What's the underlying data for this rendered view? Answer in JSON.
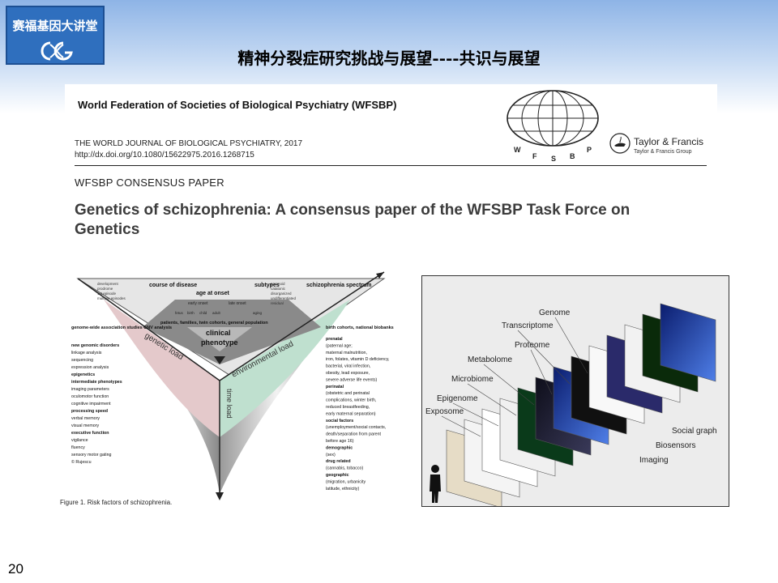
{
  "logo": {
    "text": "赛福基因大讲堂",
    "mark_color": "#ffffff",
    "bg_color": "#2f6fbe"
  },
  "slide": {
    "title": "精神分裂症研究挑战与展望----共识与展望",
    "page_number": "20"
  },
  "paper": {
    "society": "World Federation of Societies of Biological Psychiatry (WFSBP)",
    "journal_line": "THE WORLD JOURNAL OF BIOLOGICAL PSYCHIATRY, 2017",
    "doi": "http://dx.doi.org/10.1080/15622975.2016.1268715",
    "kind": "WFSBP CONSENSUS PAPER",
    "title": "Genetics of schizophrenia: A consensus paper of the WFSBP Task Force on Genetics",
    "globe_letters": [
      "W",
      "F",
      "S",
      "B",
      "P"
    ],
    "publisher": "Taylor & Francis",
    "publisher_group": "Taylor & Francis Group"
  },
  "figure1": {
    "caption": "Figure 1. Risk factors of schizophrenia.",
    "top_labels": {
      "course": "course of disease",
      "onset": "age at onset",
      "subtypes": "subtypes",
      "spectrum": "schizophrenia spectrum",
      "course_items": [
        "development",
        "prodrome",
        "1st episode",
        "multiple episodes"
      ],
      "subtype_items": [
        "paranoid",
        "catatonic",
        "disorganized",
        "undifferentiated",
        "residual"
      ],
      "onset_items": [
        "early onset",
        "late onset"
      ],
      "age_axis": [
        "fetus",
        "birth",
        "child",
        "adult",
        "aging"
      ],
      "population": "patients, families, twin cohorts, general population",
      "center": [
        "clinical",
        "phenotype"
      ]
    },
    "loads": {
      "genetic": "genetic load",
      "environmental": "environmental load",
      "time": "time load"
    },
    "left_heading": "genome-wide association studies CNV analysis",
    "left_items": [
      {
        "text": "new genomic disorders",
        "bold": true
      },
      {
        "text": "linkage analysis",
        "bold": false
      },
      {
        "text": "sequencing",
        "bold": false
      },
      {
        "text": "expression analysis",
        "bold": false
      },
      {
        "text": "epigenetics",
        "bold": true
      },
      {
        "text": "intermediate phenotypes",
        "bold": true
      },
      {
        "text": "imaging parameters",
        "bold": false
      },
      {
        "text": "oculomotor function",
        "bold": false
      },
      {
        "text": "cognitive impairment",
        "bold": false
      },
      {
        "text": "processing speed",
        "bold": true
      },
      {
        "text": "verbal memory",
        "bold": false
      },
      {
        "text": "visual memory",
        "bold": false
      },
      {
        "text": "executive function",
        "bold": true
      },
      {
        "text": "vigilance",
        "bold": false
      },
      {
        "text": "fluency",
        "bold": false
      },
      {
        "text": "sensory motor gating",
        "bold": false
      },
      {
        "text": "© Rujescu",
        "bold": false
      }
    ],
    "right_heading": "birth cohorts, national biobanks",
    "right_items": [
      {
        "text": "prenatal",
        "bold": true
      },
      {
        "text": "(paternal age;",
        "bold": false
      },
      {
        "text": "maternal malnutrition,",
        "bold": false
      },
      {
        "text": "iron, folates, vitamin D deficiency,",
        "bold": false
      },
      {
        "text": "bacterial, viral infection,",
        "bold": false
      },
      {
        "text": "obesity, lead exposure,",
        "bold": false
      },
      {
        "text": "severe adverse life events)",
        "bold": false
      },
      {
        "text": "perinatal",
        "bold": true
      },
      {
        "text": "(obstetric and perinatal",
        "bold": false
      },
      {
        "text": "complications, winter birth,",
        "bold": false
      },
      {
        "text": "reduced breastfeeding,",
        "bold": false
      },
      {
        "text": "early maternal separation)",
        "bold": false
      },
      {
        "text": "social factors",
        "bold": true
      },
      {
        "text": "(unemployment/social contacts,",
        "bold": false
      },
      {
        "text": "death/separation from parent",
        "bold": false
      },
      {
        "text": "before age 16)",
        "bold": false
      },
      {
        "text": "demographic",
        "bold": true
      },
      {
        "text": "(sex)",
        "bold": false
      },
      {
        "text": "drug related",
        "bold": true
      },
      {
        "text": "(cannabis, tobacco)",
        "bold": false
      },
      {
        "text": "geographic",
        "bold": true
      },
      {
        "text": "(migration, urbanicity",
        "bold": false
      },
      {
        "text": "latitude, ethnicity)",
        "bold": false
      }
    ]
  },
  "figure2": {
    "layers": [
      "Genome",
      "Transcriptome",
      "Proteome",
      "Metabolome",
      "Microbiome",
      "Epigenome",
      "Exposome"
    ],
    "right_layers": [
      "Social graph",
      "Biosensors",
      "Imaging"
    ]
  }
}
